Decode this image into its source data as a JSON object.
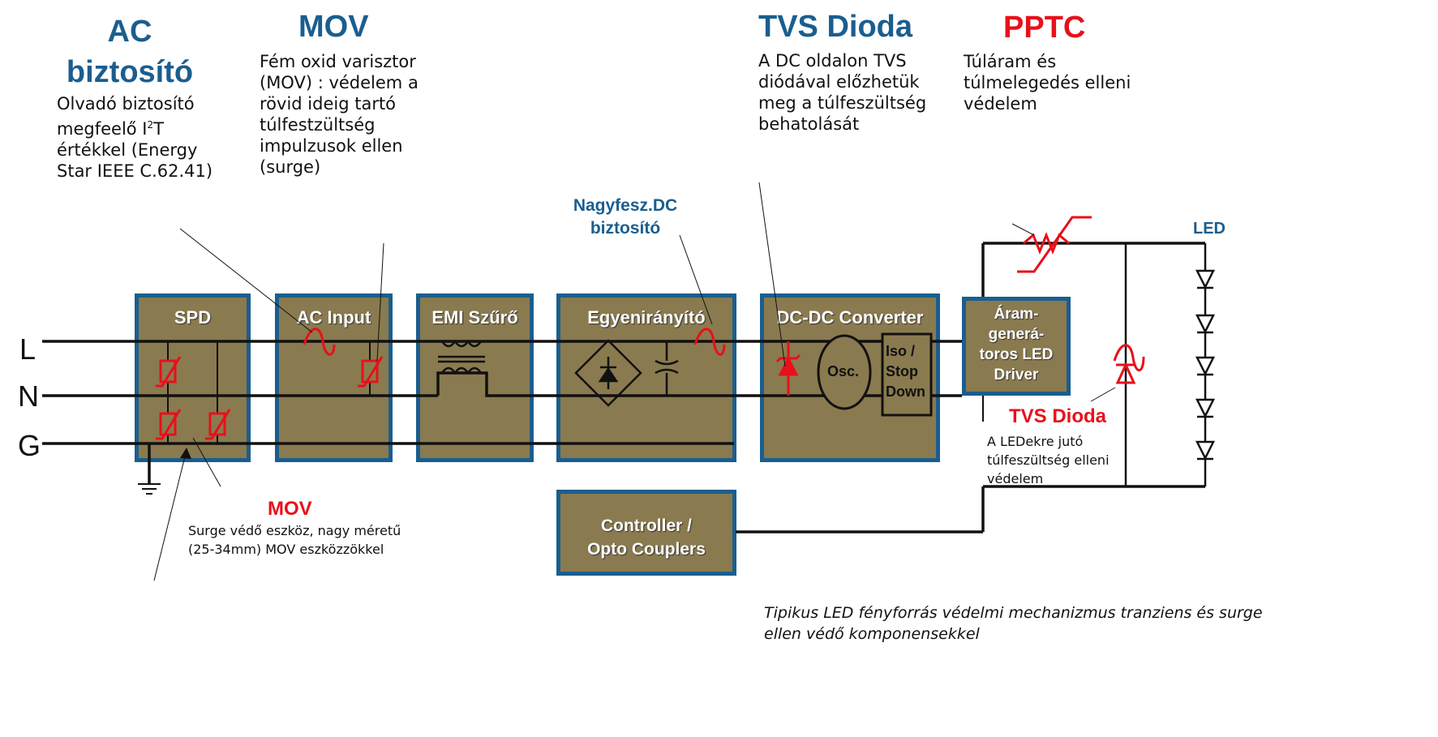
{
  "annotations": {
    "ac_fuse": {
      "title_line1": "AC",
      "title_line2": "biztosító",
      "desc": [
        "Olvadó biztosító",
        "megfeelő I",
        "T",
        "értékkel (Energy",
        "Star IEEE C.62.41)"
      ],
      "superscript": "2"
    },
    "mov_top": {
      "title": "MOV",
      "desc": [
        "Fém oxid varisztor",
        "(MOV) : védelem a",
        "rövid ideig tartó",
        "túlfestzültség",
        "impulzusok ellen",
        "(surge)"
      ]
    },
    "tvs_top": {
      "title": "TVS Dioda",
      "desc": [
        "A DC oldalon TVS",
        "diódával előzhetük",
        "meg a túlfeszültség",
        "behatolását"
      ]
    },
    "pptc": {
      "title": "PPTC",
      "desc": [
        "Túláram és",
        "túlmelegedés elleni",
        "védelem"
      ]
    },
    "dc_fuse": {
      "title_line1": "Nagyfesz.DC",
      "title_line2": "biztosító"
    },
    "led": {
      "label": "LED"
    },
    "tvs_led": {
      "title": "TVS Dioda",
      "desc": [
        "A LEDekre jutó",
        "túlfeszültség  elleni",
        "védelem"
      ]
    },
    "mov_bottom": {
      "title": "MOV",
      "desc": [
        "Surge védő eszköz, nagy méretű",
        "(25-34mm) MOV eszközzökkel"
      ]
    }
  },
  "blocks": {
    "spd": "SPD",
    "ac_input": "AC Input",
    "emi": "EMI Szűrő",
    "rectifier": "Egyenirányító",
    "dcdc": "DC-DC Converter",
    "osc": "Osc.",
    "iso": [
      "Iso /",
      "Stop",
      "Down"
    ],
    "driver": [
      "Áram-",
      "generá-",
      "toros  LED",
      "Driver"
    ],
    "controller": [
      "Controller /",
      "Opto Couplers"
    ]
  },
  "lines": {
    "L": "L",
    "N": "N",
    "G": "G"
  },
  "caption": [
    "Tipikus LED fényforrás védelmi mechanizmus tranziens és surge",
    "ellen védő komponensekkel"
  ],
  "colors": {
    "box_fill": "#8a7a4f",
    "box_border": "#1a5e8f",
    "accent_blue": "#1a5e8f",
    "accent_red": "#e8101a"
  }
}
